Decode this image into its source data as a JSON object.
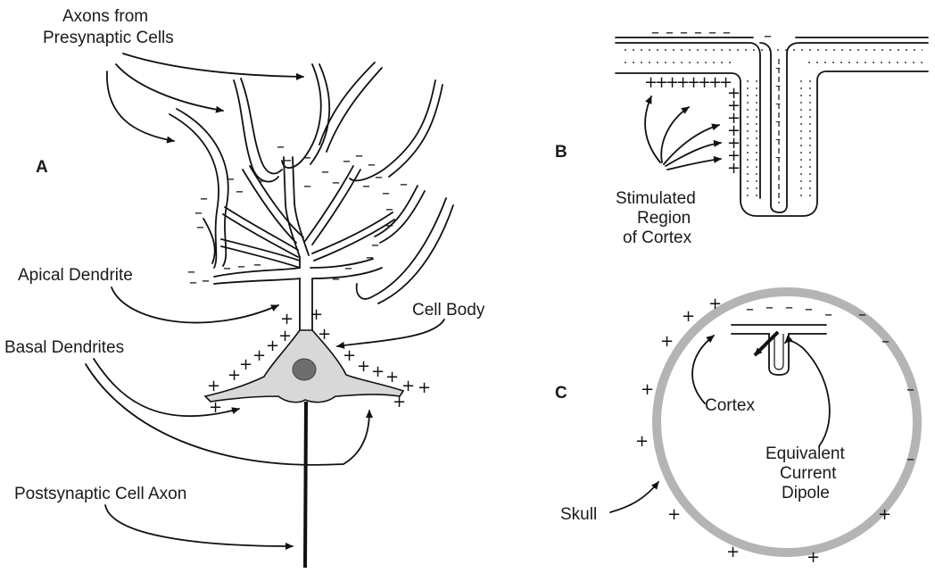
{
  "panels": {
    "a": "A",
    "b": "B",
    "c": "C"
  },
  "labels": {
    "axons_line1": "Axons from",
    "axons_line2": "Presynaptic Cells",
    "apical_dendrite": "Apical Dendrite",
    "cell_body": "Cell Body",
    "basal_dendrites": "Basal Dendrites",
    "postsynaptic_axon": "Postsynaptic Cell Axon",
    "stimulated_line1": "Stimulated",
    "stimulated_line2": "Region",
    "stimulated_line3": "of Cortex",
    "cortex": "Cortex",
    "dipole_line1": "Equivalent",
    "dipole_line2": "Current",
    "dipole_line3": "Dipole",
    "skull": "Skull"
  },
  "colors": {
    "cell_fill": "#d8d8d8",
    "nucleus": "#6e6e6e",
    "skull": "#b4b4b4"
  }
}
